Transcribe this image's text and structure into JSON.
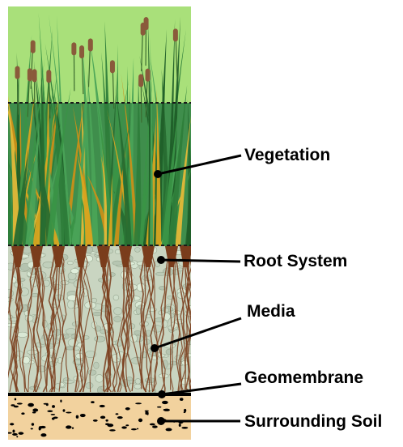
{
  "diagram": {
    "labels": {
      "vegetation": "Vegetation",
      "root_system": "Root System",
      "media": "Media",
      "geomembrane": "Geomembrane",
      "surrounding_soil": "Surrounding Soil"
    },
    "colors": {
      "sky": "#a9e07a",
      "vegetation_band": "#3f8e4c",
      "grass_green": "#2e7d3a",
      "grass_yellow": "#d8a520",
      "cattail": "#8a5a3b",
      "media_gravel": "#c9d5c1",
      "root_brown": "#7a3d1c",
      "geomembrane": "#000000",
      "soil": "#f2d29e",
      "soil_specks": "#000000",
      "leader_line": "#000000"
    }
  }
}
